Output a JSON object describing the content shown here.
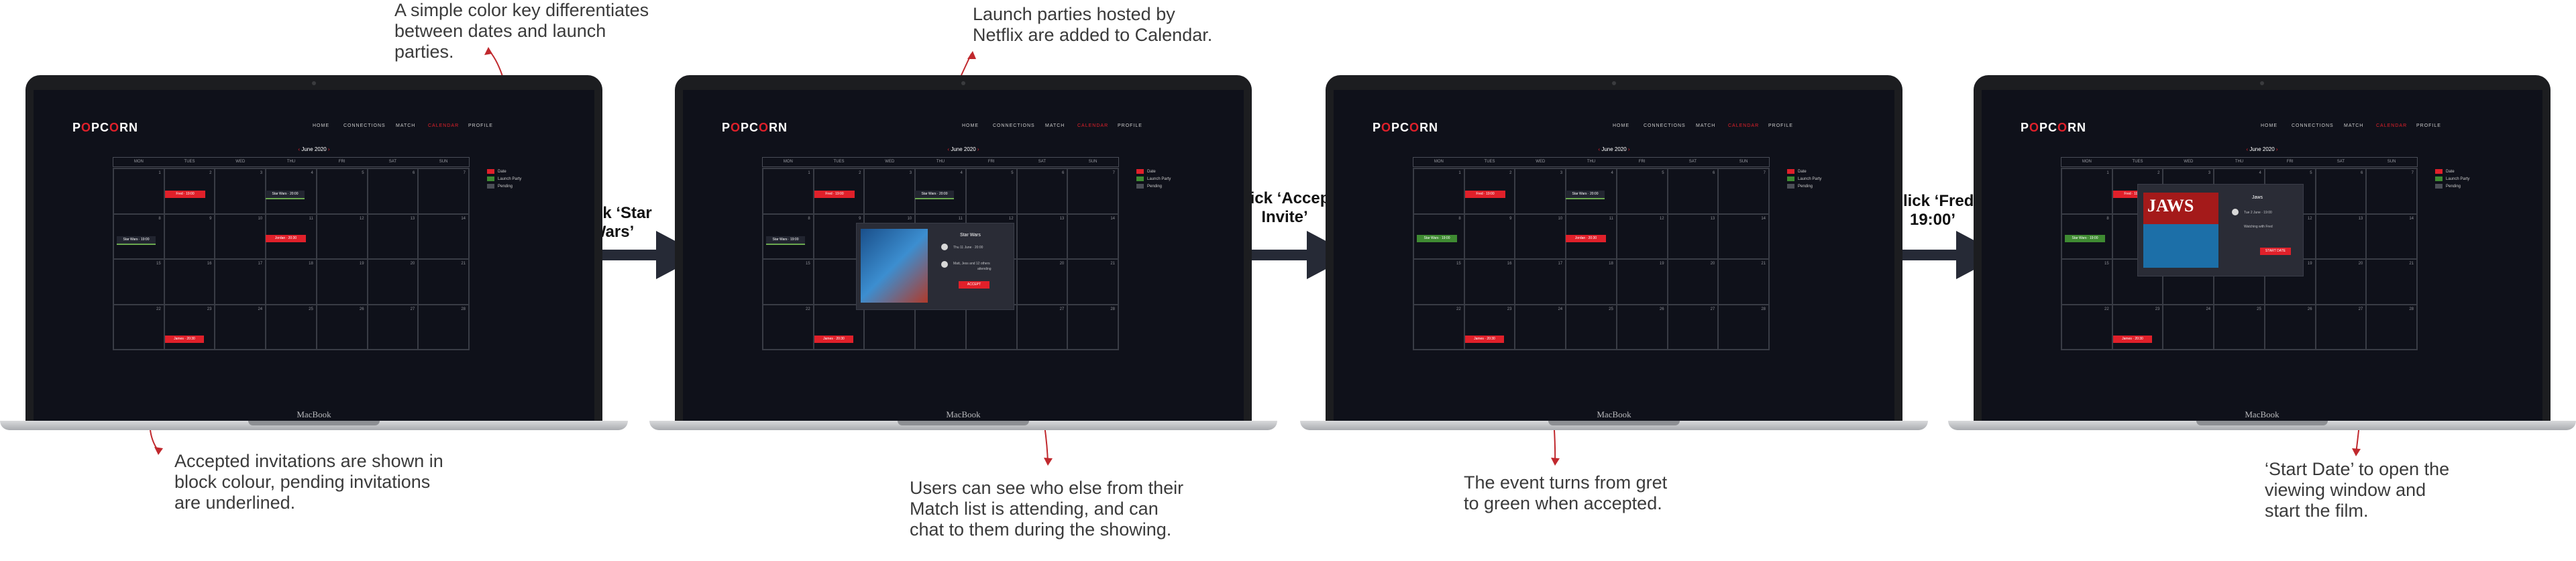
{
  "app": {
    "logo_pre": "P",
    "logo_o": "O",
    "logo_mid": "PC",
    "logo_o2": "O",
    "logo_post": "RN",
    "device_label": "MacBook"
  },
  "nav": [
    "HOME",
    "CONNECTIONS",
    "MATCH",
    "CALENDAR",
    "PROFILE"
  ],
  "calendar": {
    "month": "June 2020",
    "prev_chevron": "‹",
    "next_chevron": "›",
    "day_headers": [
      "MON",
      "TUES",
      "WED",
      "THU",
      "FRI",
      "SAT",
      "SUN"
    ],
    "day_numbers": [
      "1",
      "2",
      "3",
      "4",
      "5",
      "6",
      "7",
      "8",
      "9",
      "10",
      "11",
      "12",
      "13",
      "14",
      "15",
      "16",
      "17",
      "18",
      "19",
      "20",
      "21",
      "22",
      "23",
      "24",
      "25",
      "26",
      "27",
      "28"
    ],
    "legend": [
      "Date",
      "Launch Party",
      "Pending"
    ]
  },
  "events": {
    "tue2": "Fred · 19:00",
    "thu4": "Star Wars · 20:00",
    "mon8": "Star Wars · 19:00",
    "thu11": "Jordan · 20:30",
    "tue22": "James · 20:30",
    "mon8_accepted": "Star Wars · 19:00"
  },
  "popups": {
    "star_wars": {
      "title": "Star Wars",
      "date": "Thu 11 June · 20:00",
      "friends": "Matt, Jess and 12 others",
      "friends2": "attending",
      "button": "ACCEPT"
    },
    "jaws": {
      "poster_text": "JAWS",
      "title": "Jaws",
      "date": "Tue 2 June · 19:00",
      "watching": "Watching with Fred",
      "button": "START DATE"
    }
  },
  "steps": {
    "s1": "Click ‘Star Wars’",
    "s2_line1": "Click ‘Accept",
    "s2_line2": "Invite’",
    "s3_line1": "Click ‘Fred",
    "s3_line2": "19:00’"
  },
  "annotations": {
    "a1_l1": "A simple color key differentiates",
    "a1_l2": "between dates and launch",
    "a1_l3": "parties.",
    "a2_l1": "Accepted invitations are shown in",
    "a2_l2": "block colour, pending invitations",
    "a2_l3": "are underlined.",
    "a3_l1": "Launch parties hosted by",
    "a3_l2": "Netflix are added to Calendar.",
    "a4_l1": "Users can see who else from their",
    "a4_l2": "Match list is attending, and can",
    "a4_l3": "chat to them during the showing.",
    "a5_l1": "The event turns from gret",
    "a5_l2": "to green when accepted.",
    "a6_l1": "‘Start Date’ to open the",
    "a6_l2": "viewing window and",
    "a6_l3": "start the film."
  },
  "colors": {
    "accent": "#e0202a",
    "accepted": "#3f8b32",
    "screen_bg": "#0f111a",
    "annotation_line": "#c0282d"
  }
}
